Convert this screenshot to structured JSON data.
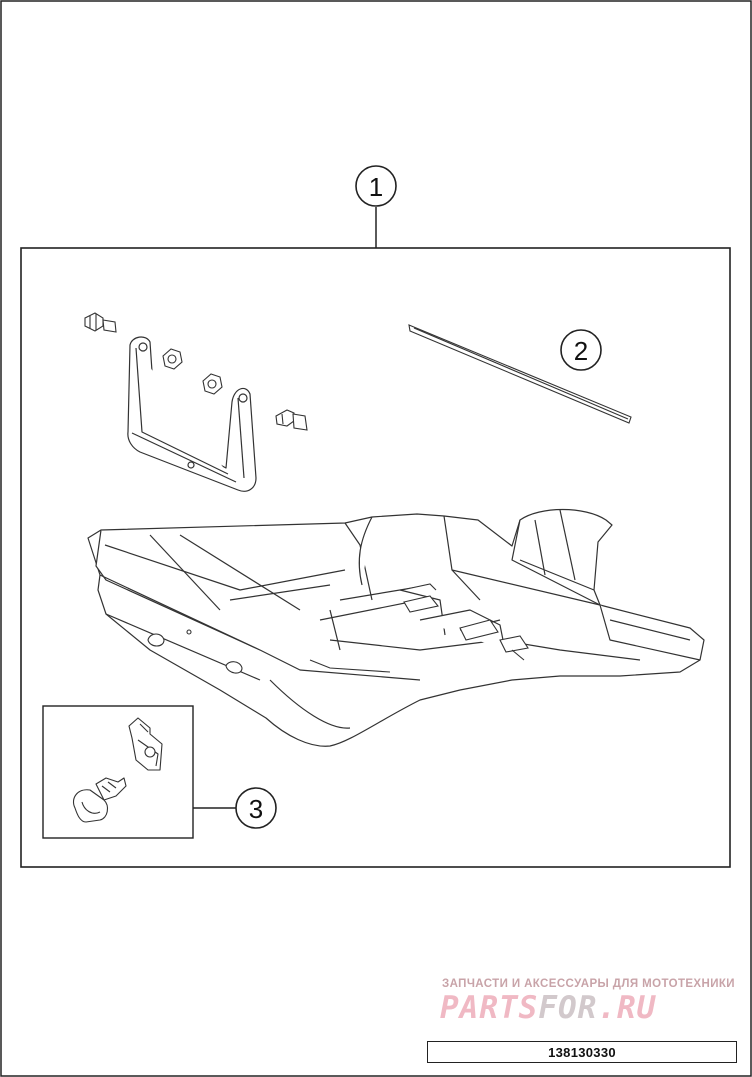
{
  "callouts": [
    {
      "label": "1"
    },
    {
      "label": "2"
    },
    {
      "label": "3"
    }
  ],
  "watermark": {
    "tagline": "ЗАПЧАСТИ И АКСЕССУАРЫ ДЛЯ МОТОТЕХНИКИ",
    "logo_part1": "PARTS",
    "logo_part2": "FOR",
    "logo_part3": ".RU"
  },
  "part_number": "138130330"
}
